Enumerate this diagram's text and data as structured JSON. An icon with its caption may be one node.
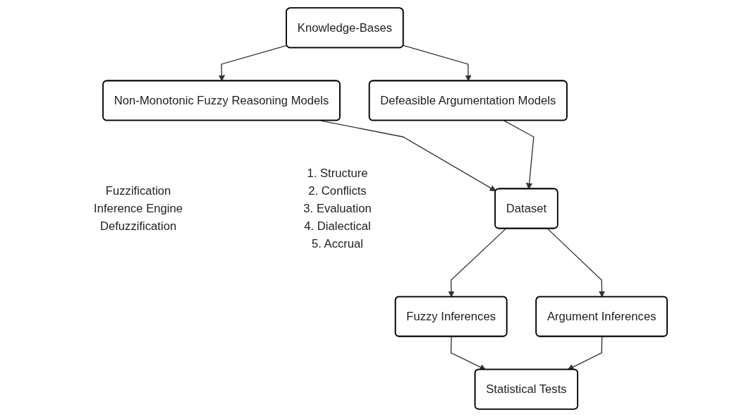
{
  "diagram": {
    "nodes": [
      {
        "text": [
          "Knowledge-Bases"
        ]
      },
      {
        "text": [
          "Non-Monotonic Fuzzy Reasoning Models"
        ],
        "beside": [
          "Fuzzification",
          "Inference Engine",
          "Defuzzification"
        ]
      },
      {
        "text": [
          "Defeasible Argumentation Models"
        ],
        "beside": [
          "1. Structure",
          "2. Conflicts",
          "3. Evaluation",
          "4. Dialectical",
          "5. Accrual"
        ]
      },
      {
        "text": [
          "Dataset"
        ]
      },
      {
        "text": [
          "Fuzzy Inferences"
        ]
      },
      {
        "text": [
          "Argument Inferences"
        ]
      },
      {
        "text": [
          "Statistical Tests"
        ]
      }
    ],
    "edges": [
      {
        "from": 0,
        "to": 1,
        "arrow": "to"
      },
      {
        "from": 0,
        "to": 2,
        "arrow": "to"
      },
      {
        "from": 1,
        "to": 3,
        "arrow": "to"
      },
      {
        "from": 2,
        "to": 3,
        "arrow": "to"
      },
      {
        "from": 3,
        "to": 4,
        "arrow": "to"
      },
      {
        "from": 3,
        "to": 5,
        "arrow": "to"
      },
      {
        "from": 4,
        "to": 6,
        "arrow": "to"
      },
      {
        "from": 5,
        "to": 6,
        "arrow": "to"
      }
    ]
  }
}
